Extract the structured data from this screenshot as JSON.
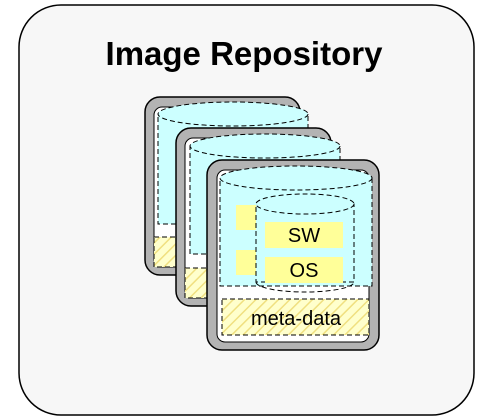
{
  "repository": {
    "title": "Image Repository",
    "image": {
      "software_label": "SW",
      "os_label": "OS",
      "metadata_label": "meta-data"
    },
    "stack_count": 3
  },
  "colors": {
    "panel_fill": "#f7f7f7",
    "card_fill": "#b3b3b3",
    "disk_fill": "#ccffff",
    "layer_fill": "#ffff99",
    "hatch_fill": "#ffffcc",
    "stroke": "#000000"
  },
  "icons": [
    "repository-panel",
    "image-card",
    "disk-cylinder",
    "hatched-metadata-bar"
  ]
}
